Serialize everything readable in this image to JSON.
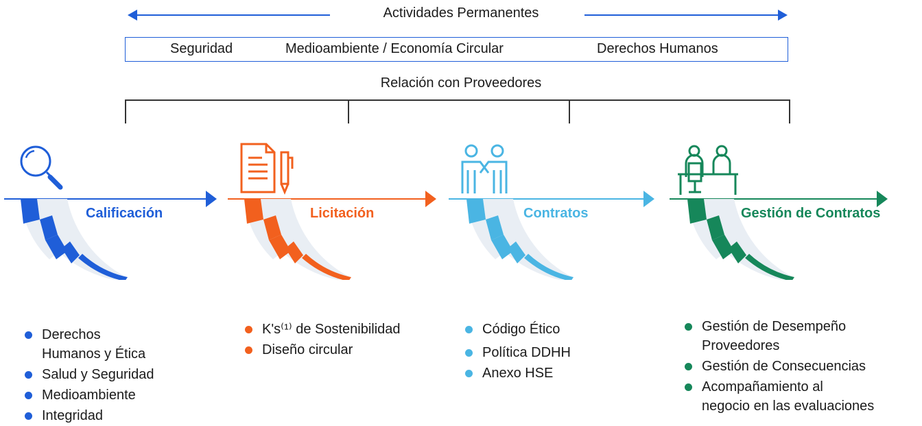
{
  "header": {
    "title": "Actividades Permanentes",
    "pillars": [
      "Seguridad",
      "Medioambiente / Economía Circular",
      "Derechos Humanos"
    ],
    "relation_title": "Relación con Proveedores"
  },
  "stages": [
    {
      "label": "Calificación",
      "color": "#1f5ed8",
      "icon": "magnifying-glass-icon",
      "items": [
        "Derechos",
        "Humanos y Ética",
        "Salud y Seguridad",
        "Medioambiente",
        "Integridad"
      ]
    },
    {
      "label": "Licitación",
      "color": "#f2601e",
      "icon": "document-pen-icon",
      "items_html_note": "",
      "items": [
        "K's⁽¹⁾ de Sostenibilidad",
        "Diseño circular"
      ]
    },
    {
      "label": "Contratos",
      "color": "#4ab5e3",
      "icon": "handshake-people-icon",
      "items": [
        "Código Ético",
        "Política DDHH",
        "Anexo HSE"
      ]
    },
    {
      "label": "Gestión de Contratos",
      "color": "#16875a",
      "icon": "meeting-desk-icon",
      "items": [
        "Gestión de Desempeño",
        "Proveedores",
        "Gestión de Consecuencias",
        "Acompañamiento al",
        "negocio en las evaluaciones"
      ]
    }
  ]
}
